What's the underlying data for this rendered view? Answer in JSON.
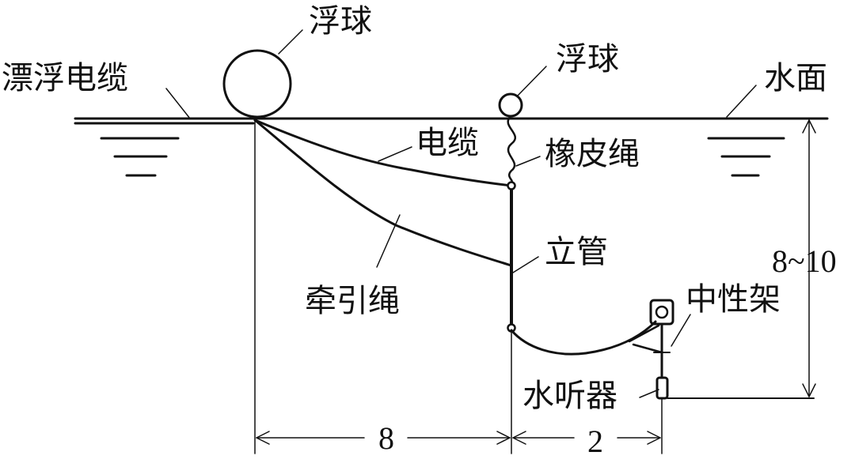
{
  "labels": {
    "float_ball_large": "浮球",
    "float_ball_small": "浮球",
    "floating_cable": "漂浮电缆",
    "water_surface": "水面",
    "cable": "电缆",
    "rubber_rope": "橡皮绳",
    "riser": "立管",
    "tow_rope": "牵引绳",
    "neutral_frame": "中性架",
    "hydrophone": "水听器"
  },
  "dimensions": {
    "horizontal_1": "8",
    "horizontal_2": "2",
    "depth": "8~10"
  }
}
